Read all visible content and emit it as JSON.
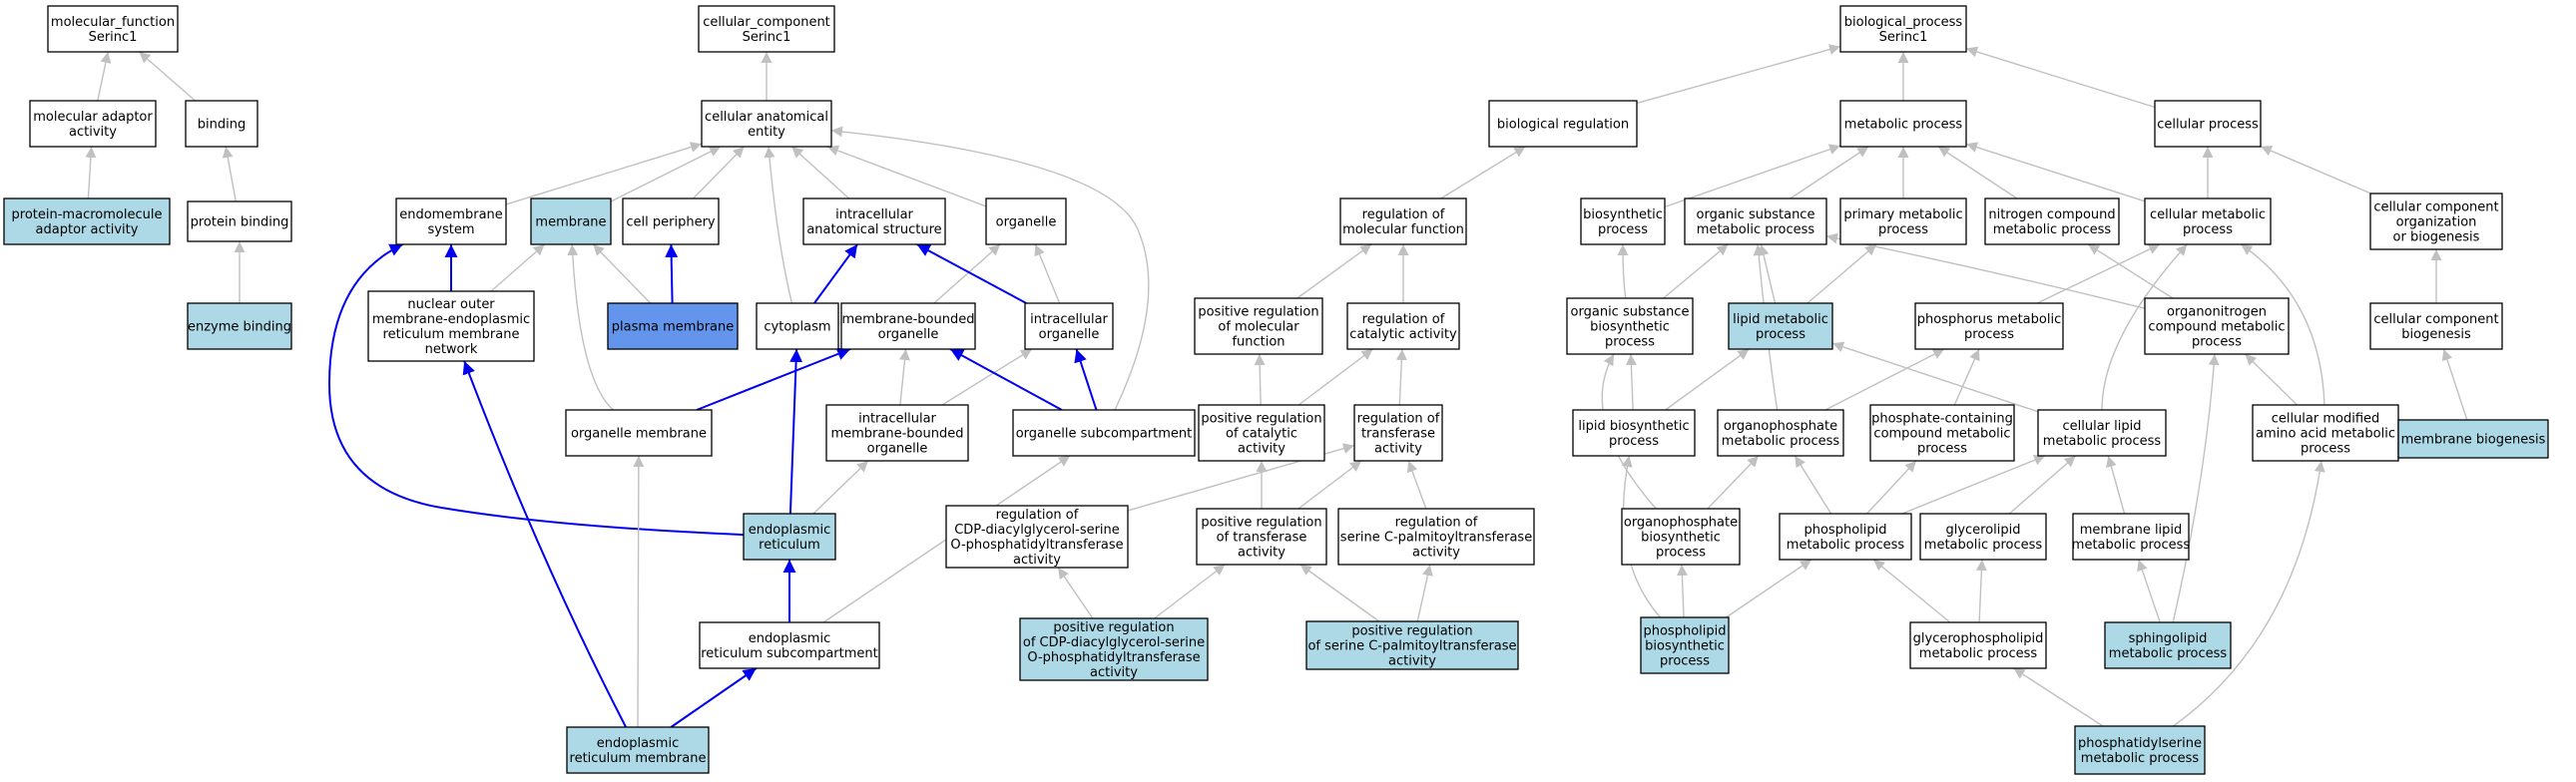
{
  "colors": {
    "plain_fill": "#ffffff",
    "annotated_fill": "#add8e6",
    "highlight_fill": "#6495ed",
    "is_a_edge": "#c0c0c0",
    "path_edge": "#0000ee"
  },
  "nodes": {
    "mf_root": {
      "lines": [
        "molecular_function",
        "Serinc1"
      ],
      "style": "plain"
    },
    "mol_adaptor": {
      "lines": [
        "molecular adaptor",
        "activity"
      ],
      "style": "plain"
    },
    "binding": {
      "lines": [
        "binding"
      ],
      "style": "plain"
    },
    "prot_macro_adaptor": {
      "lines": [
        "protein-macromolecule",
        "adaptor activity"
      ],
      "style": "annotated"
    },
    "protein_binding": {
      "lines": [
        "protein binding"
      ],
      "style": "plain"
    },
    "enzyme_binding": {
      "lines": [
        "enzyme binding"
      ],
      "style": "annotated"
    },
    "cc_root": {
      "lines": [
        "cellular_component",
        "Serinc1"
      ],
      "style": "plain"
    },
    "cae": {
      "lines": [
        "cellular anatomical",
        "entity"
      ],
      "style": "plain"
    },
    "endomembrane": {
      "lines": [
        "endomembrane",
        "system"
      ],
      "style": "plain"
    },
    "membrane": {
      "lines": [
        "membrane"
      ],
      "style": "annotated"
    },
    "cell_periphery": {
      "lines": [
        "cell periphery"
      ],
      "style": "plain"
    },
    "intracellular_as": {
      "lines": [
        "intracellular",
        "anatomical structure"
      ],
      "style": "plain"
    },
    "organelle": {
      "lines": [
        "organelle"
      ],
      "style": "plain"
    },
    "nuclear_outer": {
      "lines": [
        "nuclear outer",
        "membrane-endoplasmic",
        "reticulum membrane",
        "network"
      ],
      "style": "plain"
    },
    "plasma_membrane": {
      "lines": [
        "plasma membrane"
      ],
      "style": "highlight"
    },
    "cytoplasm": {
      "lines": [
        "cytoplasm"
      ],
      "style": "plain"
    },
    "mb_organelle": {
      "lines": [
        "membrane-bounded",
        "organelle"
      ],
      "style": "plain"
    },
    "intra_organelle": {
      "lines": [
        "intracellular",
        "organelle"
      ],
      "style": "plain"
    },
    "organelle_membrane": {
      "lines": [
        "organelle membrane"
      ],
      "style": "plain"
    },
    "intra_mb_organelle": {
      "lines": [
        "intracellular",
        "membrane-bounded",
        "organelle"
      ],
      "style": "plain"
    },
    "organelle_subcomp": {
      "lines": [
        "organelle subcompartment"
      ],
      "style": "plain"
    },
    "er": {
      "lines": [
        "endoplasmic",
        "reticulum"
      ],
      "style": "annotated"
    },
    "er_subcomp": {
      "lines": [
        "endoplasmic",
        "reticulum subcompartment"
      ],
      "style": "plain"
    },
    "er_membrane": {
      "lines": [
        "endoplasmic",
        "reticulum membrane"
      ],
      "style": "annotated"
    },
    "bp_root": {
      "lines": [
        "biological_process",
        "Serinc1"
      ],
      "style": "plain"
    },
    "bio_reg": {
      "lines": [
        "biological regulation"
      ],
      "style": "plain"
    },
    "metabolic": {
      "lines": [
        "metabolic process"
      ],
      "style": "plain"
    },
    "cellular_process": {
      "lines": [
        "cellular process"
      ],
      "style": "plain"
    },
    "reg_mf": {
      "lines": [
        "regulation of",
        "molecular function"
      ],
      "style": "plain"
    },
    "biosynthetic": {
      "lines": [
        "biosynthetic",
        "process"
      ],
      "style": "plain"
    },
    "org_sub_met": {
      "lines": [
        "organic substance",
        "metabolic process"
      ],
      "style": "plain"
    },
    "primary_met": {
      "lines": [
        "primary metabolic",
        "process"
      ],
      "style": "plain"
    },
    "nitrogen_met": {
      "lines": [
        "nitrogen compound",
        "metabolic process"
      ],
      "style": "plain"
    },
    "cellular_met": {
      "lines": [
        "cellular metabolic",
        "process"
      ],
      "style": "plain"
    },
    "cc_org_biogen": {
      "lines": [
        "cellular component",
        "organization",
        "or biogenesis"
      ],
      "style": "plain"
    },
    "pos_reg_mf": {
      "lines": [
        "positive regulation",
        "of molecular",
        "function"
      ],
      "style": "plain"
    },
    "reg_cat": {
      "lines": [
        "regulation of",
        "catalytic activity"
      ],
      "style": "plain"
    },
    "org_sub_bio": {
      "lines": [
        "organic substance",
        "biosynthetic",
        "process"
      ],
      "style": "plain"
    },
    "lipid_met": {
      "lines": [
        "lipid metabolic",
        "process"
      ],
      "style": "annotated"
    },
    "phosphorus_met": {
      "lines": [
        "phosphorus metabolic",
        "process"
      ],
      "style": "plain"
    },
    "organonitrogen": {
      "lines": [
        "organonitrogen",
        "compound metabolic",
        "process"
      ],
      "style": "plain"
    },
    "cc_biogen": {
      "lines": [
        "cellular component",
        "biogenesis"
      ],
      "style": "plain"
    },
    "pos_reg_cat": {
      "lines": [
        "positive regulation",
        "of catalytic",
        "activity"
      ],
      "style": "plain"
    },
    "reg_transferase": {
      "lines": [
        "regulation of",
        "transferase",
        "activity"
      ],
      "style": "plain"
    },
    "lipid_bio": {
      "lines": [
        "lipid biosynthetic",
        "process"
      ],
      "style": "plain"
    },
    "organophosphate_met": {
      "lines": [
        "organophosphate",
        "metabolic process"
      ],
      "style": "plain"
    },
    "phosphate_containing": {
      "lines": [
        "phosphate-containing",
        "compound metabolic",
        "process"
      ],
      "style": "plain"
    },
    "cellular_lipid_met": {
      "lines": [
        "cellular lipid",
        "metabolic process"
      ],
      "style": "plain"
    },
    "cell_mod_aa": {
      "lines": [
        "cellular modified",
        "amino acid metabolic",
        "process"
      ],
      "style": "plain"
    },
    "membrane_biogen": {
      "lines": [
        "membrane biogenesis"
      ],
      "style": "annotated"
    },
    "reg_cdp": {
      "lines": [
        "regulation of",
        "CDP-diacylglycerol-serine",
        "O-phosphatidyltransferase",
        "activity"
      ],
      "style": "plain"
    },
    "pos_reg_transferase": {
      "lines": [
        "positive regulation",
        "of transferase",
        "activity"
      ],
      "style": "plain"
    },
    "reg_serine_cpt": {
      "lines": [
        "regulation of",
        "serine C-palmitoyltransferase",
        "activity"
      ],
      "style": "plain"
    },
    "organophosphate_bio": {
      "lines": [
        "organophosphate",
        "biosynthetic",
        "process"
      ],
      "style": "plain"
    },
    "phospholipid_met": {
      "lines": [
        "phospholipid",
        "metabolic process"
      ],
      "style": "plain"
    },
    "glycerolipid_met": {
      "lines": [
        "glycerolipid",
        "metabolic process"
      ],
      "style": "plain"
    },
    "membrane_lipid_met": {
      "lines": [
        "membrane lipid",
        "metabolic process"
      ],
      "style": "plain"
    },
    "pos_reg_cdp": {
      "lines": [
        "positive regulation",
        "of CDP-diacylglycerol-serine",
        "O-phosphatidyltransferase",
        "activity"
      ],
      "style": "annotated"
    },
    "pos_reg_serine_cpt": {
      "lines": [
        "positive regulation",
        "of serine C-palmitoyltransferase",
        "activity"
      ],
      "style": "annotated"
    },
    "phospholipid_bio": {
      "lines": [
        "phospholipid",
        "biosynthetic",
        "process"
      ],
      "style": "annotated"
    },
    "glycerophospholipid_met": {
      "lines": [
        "glycerophospholipid",
        "metabolic process"
      ],
      "style": "plain"
    },
    "sphingolipid_met": {
      "lines": [
        "sphingolipid",
        "metabolic process"
      ],
      "style": "annotated"
    },
    "phosphatidylserine_met": {
      "lines": [
        "phosphatidylserine",
        "metabolic process"
      ],
      "style": "annotated"
    }
  },
  "edges": [
    {
      "from": "mol_adaptor",
      "to": "mf_root",
      "kind": "is_a"
    },
    {
      "from": "binding",
      "to": "mf_root",
      "kind": "is_a"
    },
    {
      "from": "prot_macro_adaptor",
      "to": "mol_adaptor",
      "kind": "is_a"
    },
    {
      "from": "protein_binding",
      "to": "binding",
      "kind": "is_a"
    },
    {
      "from": "enzyme_binding",
      "to": "protein_binding",
      "kind": "is_a"
    },
    {
      "from": "cae",
      "to": "cc_root",
      "kind": "is_a"
    },
    {
      "from": "endomembrane",
      "to": "cae",
      "kind": "is_a"
    },
    {
      "from": "membrane",
      "to": "cae",
      "kind": "is_a"
    },
    {
      "from": "cell_periphery",
      "to": "cae",
      "kind": "is_a"
    },
    {
      "from": "intracellular_as",
      "to": "cae",
      "kind": "is_a"
    },
    {
      "from": "organelle",
      "to": "cae",
      "kind": "is_a"
    },
    {
      "from": "cytoplasm",
      "to": "cae",
      "kind": "is_a"
    },
    {
      "from": "organelle_subcomp",
      "to": "cae",
      "kind": "is_a"
    },
    {
      "from": "nuclear_outer",
      "to": "endomembrane",
      "kind": "path"
    },
    {
      "from": "nuclear_outer",
      "to": "membrane",
      "kind": "is_a"
    },
    {
      "from": "plasma_membrane",
      "to": "membrane",
      "kind": "is_a"
    },
    {
      "from": "plasma_membrane",
      "to": "cell_periphery",
      "kind": "path"
    },
    {
      "from": "organelle_membrane",
      "to": "membrane",
      "kind": "is_a"
    },
    {
      "from": "cytoplasm",
      "to": "intracellular_as",
      "kind": "path"
    },
    {
      "from": "mb_organelle",
      "to": "organelle",
      "kind": "is_a"
    },
    {
      "from": "intra_organelle",
      "to": "organelle",
      "kind": "is_a"
    },
    {
      "from": "intra_organelle",
      "to": "intracellular_as",
      "kind": "path"
    },
    {
      "from": "organelle_membrane",
      "to": "mb_organelle",
      "kind": "path"
    },
    {
      "from": "intra_mb_organelle",
      "to": "mb_organelle",
      "kind": "is_a"
    },
    {
      "from": "intra_mb_organelle",
      "to": "intra_organelle",
      "kind": "is_a"
    },
    {
      "from": "organelle_subcomp",
      "to": "mb_organelle",
      "kind": "path"
    },
    {
      "from": "organelle_subcomp",
      "to": "intra_organelle",
      "kind": "path"
    },
    {
      "from": "er",
      "to": "cytoplasm",
      "kind": "path"
    },
    {
      "from": "er",
      "to": "endomembrane",
      "kind": "path"
    },
    {
      "from": "er",
      "to": "intra_mb_organelle",
      "kind": "is_a"
    },
    {
      "from": "er_subcomp",
      "to": "er",
      "kind": "path"
    },
    {
      "from": "er_subcomp",
      "to": "organelle_subcomp",
      "kind": "is_a"
    },
    {
      "from": "er_membrane",
      "to": "er_subcomp",
      "kind": "path"
    },
    {
      "from": "er_membrane",
      "to": "nuclear_outer",
      "kind": "path"
    },
    {
      "from": "er_membrane",
      "to": "organelle_membrane",
      "kind": "is_a"
    },
    {
      "from": "bio_reg",
      "to": "bp_root",
      "kind": "is_a"
    },
    {
      "from": "metabolic",
      "to": "bp_root",
      "kind": "is_a"
    },
    {
      "from": "cellular_process",
      "to": "bp_root",
      "kind": "is_a"
    },
    {
      "from": "reg_mf",
      "to": "bio_reg",
      "kind": "is_a"
    },
    {
      "from": "biosynthetic",
      "to": "metabolic",
      "kind": "is_a"
    },
    {
      "from": "org_sub_met",
      "to": "metabolic",
      "kind": "is_a"
    },
    {
      "from": "primary_met",
      "to": "metabolic",
      "kind": "is_a"
    },
    {
      "from": "nitrogen_met",
      "to": "metabolic",
      "kind": "is_a"
    },
    {
      "from": "cellular_met",
      "to": "metabolic",
      "kind": "is_a"
    },
    {
      "from": "cellular_met",
      "to": "cellular_process",
      "kind": "is_a"
    },
    {
      "from": "cc_org_biogen",
      "to": "cellular_process",
      "kind": "is_a"
    },
    {
      "from": "pos_reg_mf",
      "to": "reg_mf",
      "kind": "is_a"
    },
    {
      "from": "reg_cat",
      "to": "reg_mf",
      "kind": "is_a"
    },
    {
      "from": "org_sub_bio",
      "to": "biosynthetic",
      "kind": "is_a"
    },
    {
      "from": "org_sub_bio",
      "to": "org_sub_met",
      "kind": "is_a"
    },
    {
      "from": "lipid_met",
      "to": "org_sub_met",
      "kind": "is_a"
    },
    {
      "from": "lipid_met",
      "to": "primary_met",
      "kind": "is_a"
    },
    {
      "from": "phosphorus_met",
      "to": "cellular_met",
      "kind": "is_a"
    },
    {
      "from": "organonitrogen",
      "to": "nitrogen_met",
      "kind": "is_a"
    },
    {
      "from": "organonitrogen",
      "to": "org_sub_met",
      "kind": "is_a"
    },
    {
      "from": "cc_biogen",
      "to": "cc_org_biogen",
      "kind": "is_a"
    },
    {
      "from": "pos_reg_cat",
      "to": "pos_reg_mf",
      "kind": "is_a"
    },
    {
      "from": "pos_reg_cat",
      "to": "reg_cat",
      "kind": "is_a"
    },
    {
      "from": "reg_transferase",
      "to": "reg_cat",
      "kind": "is_a"
    },
    {
      "from": "lipid_bio",
      "to": "org_sub_bio",
      "kind": "is_a"
    },
    {
      "from": "lipid_bio",
      "to": "lipid_met",
      "kind": "is_a"
    },
    {
      "from": "organophosphate_met",
      "to": "org_sub_met",
      "kind": "is_a"
    },
    {
      "from": "organophosphate_met",
      "to": "phosphorus_met",
      "kind": "is_a"
    },
    {
      "from": "phosphate_containing",
      "to": "phosphorus_met",
      "kind": "is_a"
    },
    {
      "from": "cellular_lipid_met",
      "to": "lipid_met",
      "kind": "is_a"
    },
    {
      "from": "cellular_lipid_met",
      "to": "cellular_met",
      "kind": "is_a"
    },
    {
      "from": "cell_mod_aa",
      "to": "organonitrogen",
      "kind": "is_a"
    },
    {
      "from": "cell_mod_aa",
      "to": "cellular_met",
      "kind": "is_a"
    },
    {
      "from": "membrane_biogen",
      "to": "cc_biogen",
      "kind": "is_a"
    },
    {
      "from": "reg_cdp",
      "to": "reg_transferase",
      "kind": "is_a"
    },
    {
      "from": "pos_reg_transferase",
      "to": "pos_reg_cat",
      "kind": "is_a"
    },
    {
      "from": "pos_reg_transferase",
      "to": "reg_transferase",
      "kind": "is_a"
    },
    {
      "from": "reg_serine_cpt",
      "to": "reg_transferase",
      "kind": "is_a"
    },
    {
      "from": "organophosphate_bio",
      "to": "organophosphate_met",
      "kind": "is_a"
    },
    {
      "from": "organophosphate_bio",
      "to": "org_sub_bio",
      "kind": "is_a"
    },
    {
      "from": "phospholipid_met",
      "to": "organophosphate_met",
      "kind": "is_a"
    },
    {
      "from": "phospholipid_met",
      "to": "phosphate_containing",
      "kind": "is_a"
    },
    {
      "from": "phospholipid_met",
      "to": "cellular_lipid_met",
      "kind": "is_a"
    },
    {
      "from": "glycerolipid_met",
      "to": "cellular_lipid_met",
      "kind": "is_a"
    },
    {
      "from": "membrane_lipid_met",
      "to": "cellular_lipid_met",
      "kind": "is_a"
    },
    {
      "from": "pos_reg_cdp",
      "to": "reg_cdp",
      "kind": "is_a"
    },
    {
      "from": "pos_reg_cdp",
      "to": "pos_reg_transferase",
      "kind": "is_a"
    },
    {
      "from": "pos_reg_serine_cpt",
      "to": "pos_reg_transferase",
      "kind": "is_a"
    },
    {
      "from": "pos_reg_serine_cpt",
      "to": "reg_serine_cpt",
      "kind": "is_a"
    },
    {
      "from": "phospholipid_bio",
      "to": "organophosphate_bio",
      "kind": "is_a"
    },
    {
      "from": "phospholipid_bio",
      "to": "phospholipid_met",
      "kind": "is_a"
    },
    {
      "from": "phospholipid_bio",
      "to": "lipid_bio",
      "kind": "is_a"
    },
    {
      "from": "glycerophospholipid_met",
      "to": "phospholipid_met",
      "kind": "is_a"
    },
    {
      "from": "glycerophospholipid_met",
      "to": "glycerolipid_met",
      "kind": "is_a"
    },
    {
      "from": "sphingolipid_met",
      "to": "membrane_lipid_met",
      "kind": "is_a"
    },
    {
      "from": "sphingolipid_met",
      "to": "organonitrogen",
      "kind": "is_a"
    },
    {
      "from": "phosphatidylserine_met",
      "to": "glycerophospholipid_met",
      "kind": "is_a"
    },
    {
      "from": "phosphatidylserine_met",
      "to": "cell_mod_aa",
      "kind": "is_a"
    }
  ]
}
